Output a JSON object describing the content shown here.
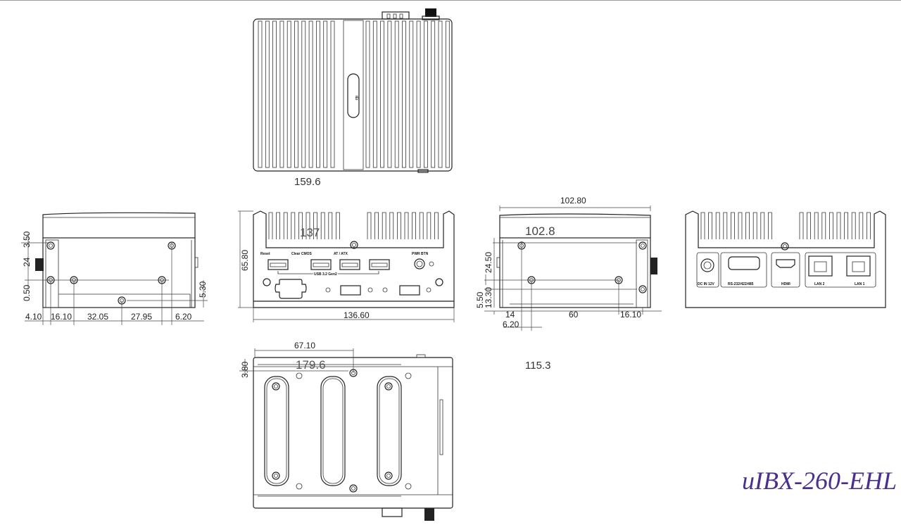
{
  "title": "uIBX-260-EHL",
  "colors": {
    "title": "#4b2f8f",
    "line": "#222222"
  },
  "top_view": {
    "label": "159.6",
    "logo": "iEi"
  },
  "front_view": {
    "overlay_label": "137",
    "width_dim": "136.60",
    "height_dim": "65.80",
    "labels": {
      "reset": "Reset",
      "clear_cmos": "Clear CMOS",
      "at_atx": "AT / ATX",
      "usb": "USB 3.2 Gen2",
      "pwr_btn": "PWR BTN"
    }
  },
  "left_view": {
    "dims_vertical": [
      "3.50",
      "24",
      "0.50",
      "5.30"
    ],
    "dims_horizontal": [
      "4.10",
      "16.10",
      "32.05",
      "27.95",
      "6.20"
    ]
  },
  "right_view": {
    "width_dim": "102.80",
    "overlay_label": "102.8",
    "dims_vertical": [
      "24.50",
      "5.50",
      "13.30"
    ],
    "dims_horizontal": [
      "14",
      "60",
      "16.10",
      "6.20"
    ]
  },
  "rear_view": {
    "ports": [
      "DC IN 12V",
      "RS-232/422/485",
      "HDMI",
      "LAN 2",
      "LAN 1"
    ]
  },
  "bottom_view": {
    "overlay_label": "179.6",
    "width_dim": "67.10",
    "offset_dim": "3.80"
  },
  "floating_label": "115.3"
}
